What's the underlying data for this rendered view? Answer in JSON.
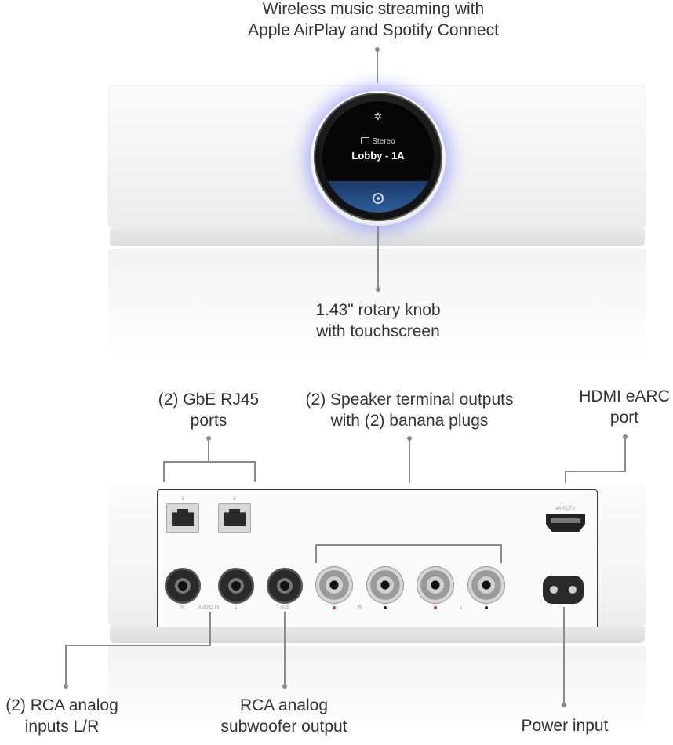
{
  "labels": {
    "streaming": "Wireless music streaming with\nApple AirPlay and Spotify Connect",
    "knob": "1.43\" rotary knob\nwith touchscreen",
    "rj45": "(2) GbE RJ45\nports",
    "speaker": "(2) Speaker terminal outputs\nwith (2) banana plugs",
    "hdmi": "HDMI eARC\nport",
    "rca_in": "(2) RCA analog\ninputs L/R",
    "rca_sub": "RCA analog\nsubwoofer output",
    "power": "Power input"
  },
  "screen": {
    "mode": "Stereo",
    "room": "Lobby - 1A",
    "top_icon": "gear-icon",
    "bottom_icon": "cast-icon"
  },
  "back_panel": {
    "port_1": "1",
    "port_2": "2",
    "hdmi_label": "eARC/TV",
    "r_label": "R",
    "audio_in_label": "AUDIO IN",
    "l_label": "L",
    "sub_label": "SUB",
    "spk_r_label": "R",
    "spk_l_label": "L"
  },
  "colors": {
    "glow": "#6e78ff",
    "red_dot": "#e23b3b",
    "black_dot": "#222222",
    "line": "#8a8a8a"
  }
}
